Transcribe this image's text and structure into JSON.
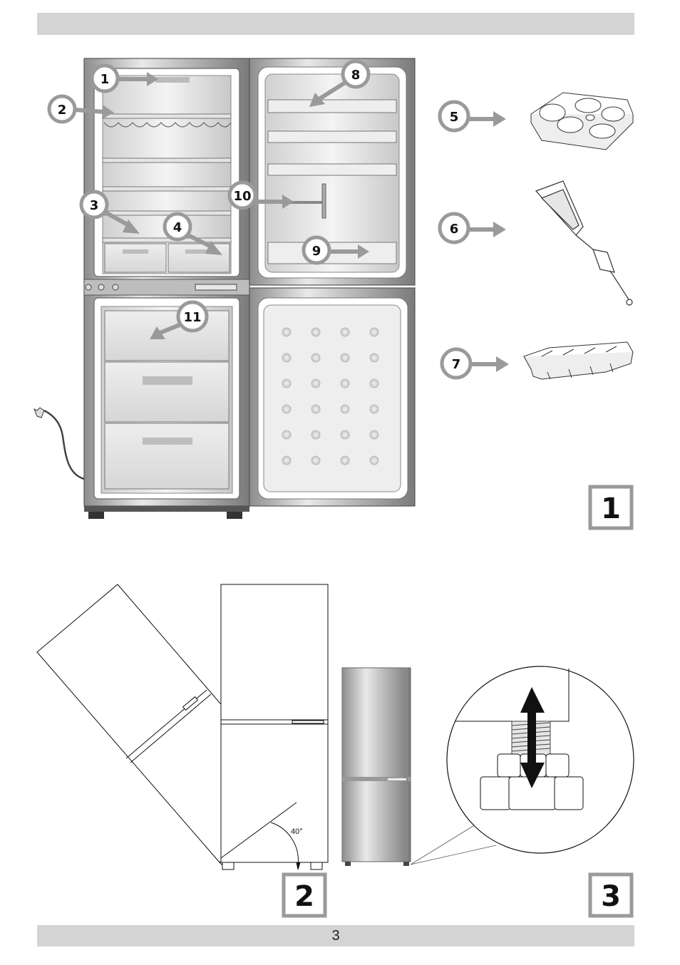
{
  "page_number": "3",
  "figures": {
    "fig1_label": "1",
    "fig2_label": "2",
    "fig3_label": "3"
  },
  "callouts": [
    "1",
    "2",
    "3",
    "4",
    "5",
    "6",
    "7",
    "8",
    "9",
    "10",
    "11"
  ],
  "angle": "40°",
  "colors": {
    "callout_gray": "#9a9a9a",
    "bar_gray": "#d4d4d4"
  }
}
